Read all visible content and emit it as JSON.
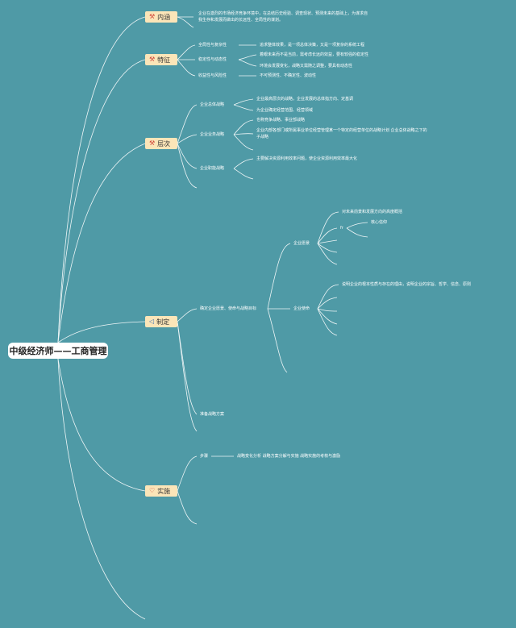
{
  "root": "中级经济师——工商管理",
  "branches": {
    "neihan": {
      "label": "内涵",
      "icon": "tools-icon"
    },
    "tezheng": {
      "label": "特征",
      "icon": "tools-icon"
    },
    "cengci": {
      "label": "层次",
      "icon": "tools-icon"
    },
    "zhiding": {
      "label": "制定",
      "icon": "send-icon"
    },
    "shishi": {
      "label": "实施",
      "icon": "heart-icon"
    }
  },
  "neihan_text": "企业在激烈的市场经济竞争环境中，在总结历史经验、调查现状、预测未来的基础上，为谋求自我生存和发展而做出的长远性、全局性的谋划。",
  "tezheng_items": {
    "a": "全局性与复杂性",
    "a_desc": "追求整体效果，是一项总体决策，又是一项复杂的系统工程",
    "b": "稳定性与动态性",
    "b_desc1": "着眼未来而不是当前，需考虑长远的效益，要有较强的稳定性",
    "b_desc2": "环境会发展变化，战略又需随之调整，要具有动态性",
    "c": "收益性与风险性",
    "c_desc": "不可预测性、不确定性、波动性"
  },
  "cengci_items": {
    "a": "企业总体战略",
    "a_desc1": "企业最高层次的战略，企业发展的总体指方向、定基调",
    "a_desc2": "为企业确定经营范围、经营领域",
    "b": "企业业务战略",
    "b_desc1": "也称竞争战略、事业部战略",
    "b_desc2": "企业内部各部门或所属事业单位经营管理某一个特定的经营单位的战略计划 企业总体战略之下的子战略",
    "c": "企业职能战略",
    "c_desc": "主要解决资源利用效率问题，使企业资源利用效率最大化"
  },
  "zhiding_items": {
    "a": "确定企业愿景、使命与战略目标",
    "vision": "企业愿景",
    "vision_desc": "对未来前景和发展方向的高度概括",
    "vision_sub": "fr",
    "vision_core": "核心信仰",
    "mission": "企业使命",
    "mission_desc": "说明企业的根本性质与存在的理由，说明企业的宗旨、哲学、信念、原则",
    "b": "准备战略方案"
  },
  "shishi_items": {
    "a": "步骤",
    "a_desc": "战略变化分析  战略方案分解与实施  战略实施的考核与激励"
  },
  "colors": {
    "background": "#4f9aa6",
    "node": "#fbe5b8",
    "line": "#ffffff"
  }
}
